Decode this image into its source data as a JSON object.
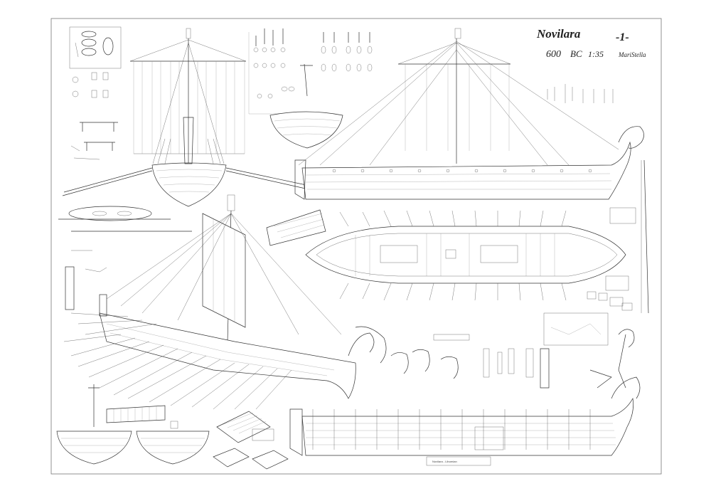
{
  "title": {
    "ship_name": "Novilara",
    "sheet_number": "-1-",
    "date": "600",
    "era": "BC",
    "scale": "1:35",
    "author": "MariStella"
  },
  "stern_plate": {
    "text": "Novilara - Liburnian"
  },
  "colors": {
    "ink": "#333333",
    "paper": "#ffffff",
    "border": "#888888"
  }
}
